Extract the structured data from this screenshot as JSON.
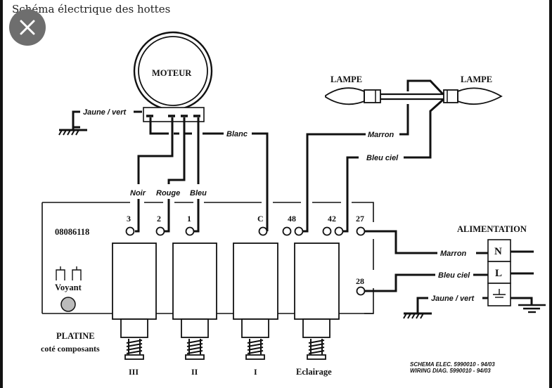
{
  "page": {
    "title": "Schéma électrique des hottes"
  },
  "controls": {
    "close_icon": "close-icon"
  },
  "diagram": {
    "motor": {
      "label": "MOTEUR",
      "ground_wire": "Jaune / vert"
    },
    "motor_wires": {
      "blanc": "Blanc",
      "noir": "Noir",
      "rouge": "Rouge",
      "bleu": "Bleu"
    },
    "lamps": {
      "left": "LAMPE",
      "right": "LAMPE",
      "wire_marron": "Marron",
      "wire_bleu_ciel": "Bleu ciel"
    },
    "board": {
      "part_number": "08086118",
      "terminals": [
        "3",
        "2",
        "1",
        "C",
        "48",
        "42",
        "27",
        "28"
      ],
      "voyant_label": "Voyant",
      "platine_label": "PLATINE",
      "platine_sub": "coté composants",
      "buttons": [
        "III",
        "II",
        "I",
        "Eclairage"
      ]
    },
    "supply": {
      "title": "ALIMENTATION",
      "rows": [
        {
          "wire": "Marron",
          "terminal": "N"
        },
        {
          "wire": "Bleu ciel",
          "terminal": "L"
        },
        {
          "wire": "Jaune / vert",
          "terminal": "earth"
        }
      ]
    },
    "footer": {
      "line1": "SCHEMA ELEC.  5990010  -  94/03",
      "line2": "WIRING DIAG.  5990010  -  94/03"
    }
  }
}
